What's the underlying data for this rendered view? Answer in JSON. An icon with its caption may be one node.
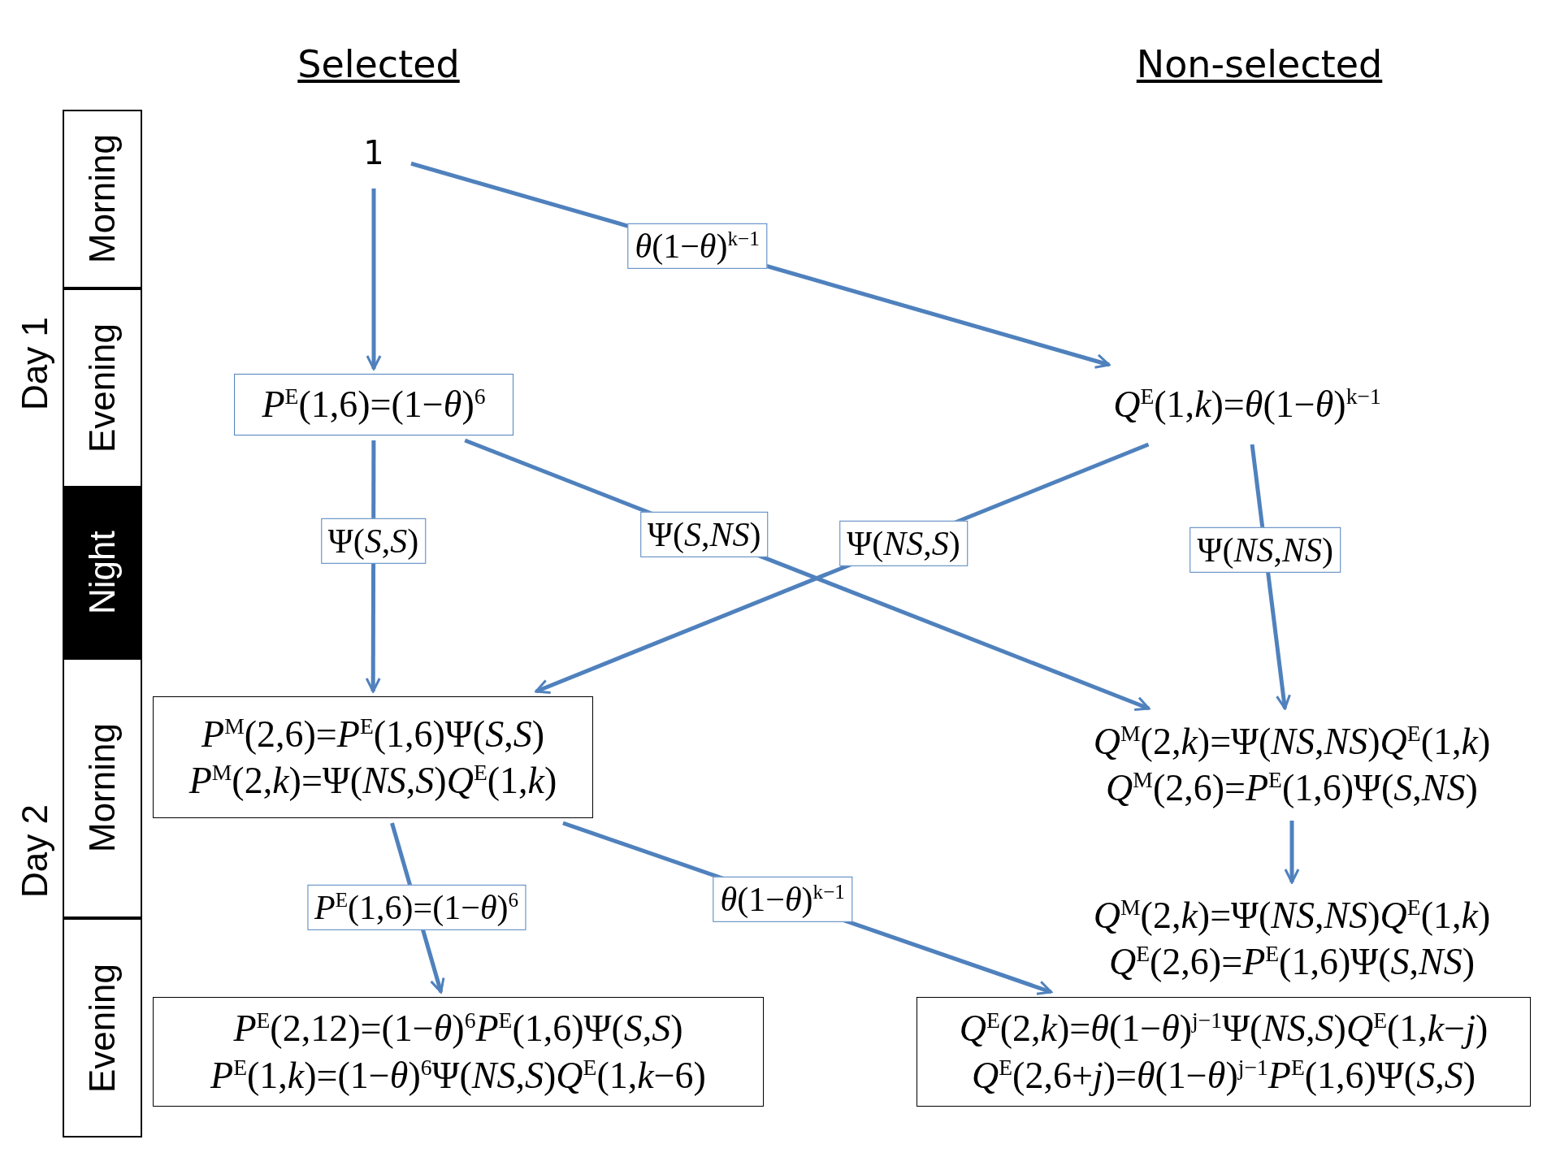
{
  "diagram": {
    "nodes": [
      {
        "text": [
          "1"
        ]
      },
      {
        "text": [
          "*P*$^{E}$(1,6)=(1−*θ*)$^{6}$"
        ]
      },
      {
        "text": [
          "*Q*$^{E}$(1,*k*)=*θ*(1−*θ*)$^{k−1}$"
        ]
      },
      {
        "text": [
          "*P*$^{M}$(2,6)=*P*$^{E}$(1,6)Ψ(*S*,*S*)",
          "*P*$^{M}$(2,*k*)=Ψ(*NS*,*S*)*Q*$^{E}$(1,*k*)"
        ]
      },
      {
        "text": [
          "*Q*$^{M}$(2,*k*)=Ψ(*NS*,*NS*)*Q*$^{E}$(1,*k*)",
          "*Q*$^{M}$(2,6)=*P*$^{E}$(1,6)Ψ(*S*,*NS*)"
        ]
      },
      {
        "text": [
          "*Q*$^{M}$(2,*k*)=Ψ(*NS*,*NS*)*Q*$^{E}$(1,*k*)",
          "*Q*$^{E}$(2,6)=*P*$^{E}$(1,6)Ψ(*S*,*NS*)"
        ]
      },
      {
        "text": [
          "*P*$^{E}$(2,12)=(1−*θ*)$^{6}$*P*$^{E}$(1,6)Ψ(*S*,*S*)",
          "*P*$^{E}$(1,*k*)=(1−*θ*)$^{6}$Ψ(*NS*,*S*)*Q*$^{E}$(1,*k*−6)"
        ]
      },
      {
        "text": [
          "*Q*$^{E}$(2,*k*)=*θ*(1−*θ*)$^{j−1}$Ψ(*NS*,*S*)*Q*$^{E}$(1,*k*−*j*)",
          "*Q*$^{E}$(2,6+*j*)=*θ*(1−*θ*)$^{j−1}$*P*$^{E}$(1,6)Ψ(*S*,*S*)"
        ]
      }
    ],
    "edges": [
      {
        "from": 0,
        "to": 1,
        "arrow": "to"
      },
      {
        "from": 0,
        "to": 2,
        "arrow": "to",
        "label": "*θ*(1−*θ*)$^{k−1}$"
      },
      {
        "from": 1,
        "to": 3,
        "arrow": "to",
        "label": "Ψ(*S*,*S*)"
      },
      {
        "from": 1,
        "to": 4,
        "arrow": "to",
        "label": "Ψ(*S*,*NS*)"
      },
      {
        "from": 2,
        "to": 3,
        "arrow": "to",
        "label": "Ψ(*NS*,*S*)"
      },
      {
        "from": 2,
        "to": 4,
        "arrow": "to",
        "label": "Ψ(*NS*,*NS*)"
      },
      {
        "from": 3,
        "to": 6,
        "arrow": "to",
        "label": "*P*$^{E}$(1,6)=(1−*θ*)$^{6}$"
      },
      {
        "from": 3,
        "to": 7,
        "arrow": "to",
        "label": "*θ*(1−*θ*)$^{k−1}$"
      },
      {
        "from": 4,
        "to": 5,
        "arrow": "to"
      }
    ],
    "labels": [
      "Selected",
      "Non-selected",
      "Day 1",
      "Morning",
      "Evening",
      "Night",
      "Day 2",
      "Morning",
      "Evening"
    ]
  }
}
